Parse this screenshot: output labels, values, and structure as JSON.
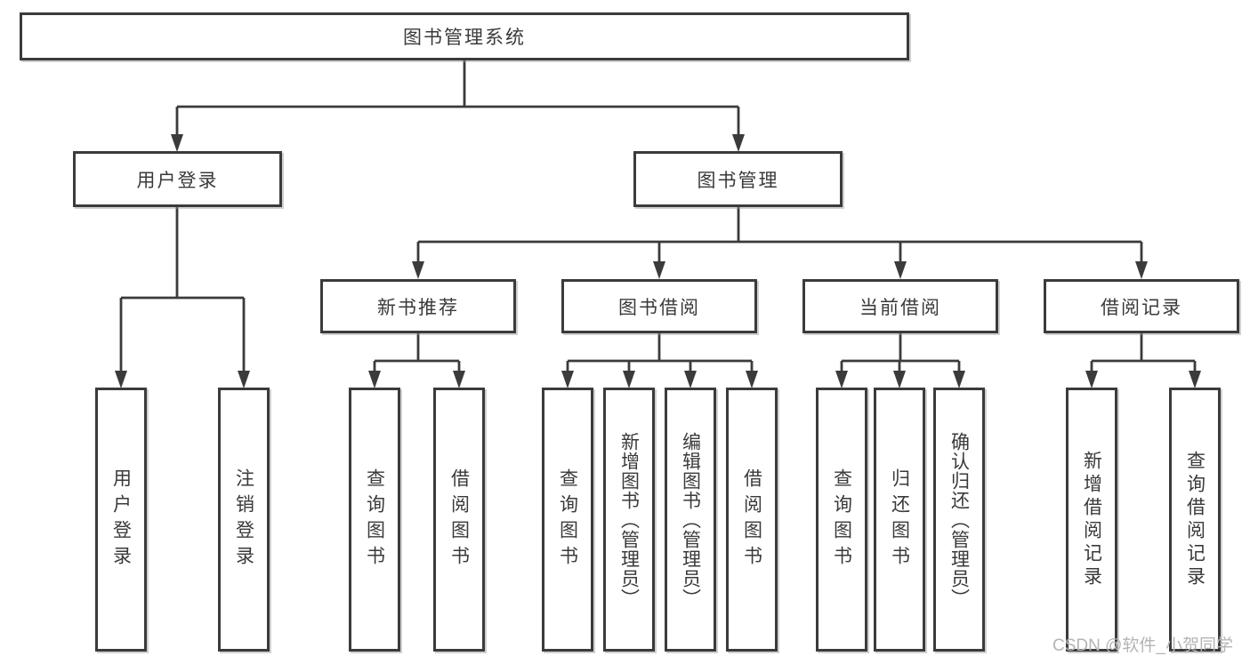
{
  "diagram": {
    "title_node": {
      "label": "图书管理系统"
    },
    "level2": [
      {
        "label": "用户登录"
      },
      {
        "label": "图书管理"
      }
    ],
    "level3": [
      {
        "label": "新书推荐"
      },
      {
        "label": "图书借阅"
      },
      {
        "label": "当前借阅"
      },
      {
        "label": "借阅记录"
      }
    ],
    "leaves": [
      {
        "label": "用户登录"
      },
      {
        "label": "注销登录"
      },
      {
        "label": "查询图书"
      },
      {
        "label": "借阅图书"
      },
      {
        "label": "查询图书"
      },
      {
        "label": "新增图书（管理员）"
      },
      {
        "label": "编辑图书（管理员）"
      },
      {
        "label": "借阅图书"
      },
      {
        "label": "查询图书"
      },
      {
        "label": "归还图书"
      },
      {
        "label": "确认归还（管理员）"
      },
      {
        "label": "新增借阅记录"
      },
      {
        "label": "查询借阅记录"
      }
    ],
    "watermark": "CSDN @软件_小贺同学",
    "colors": {
      "line": "#3b3b3b",
      "text": "#3a3a3a",
      "watermark": "#b4b4b4",
      "background": "#ffffff"
    }
  }
}
